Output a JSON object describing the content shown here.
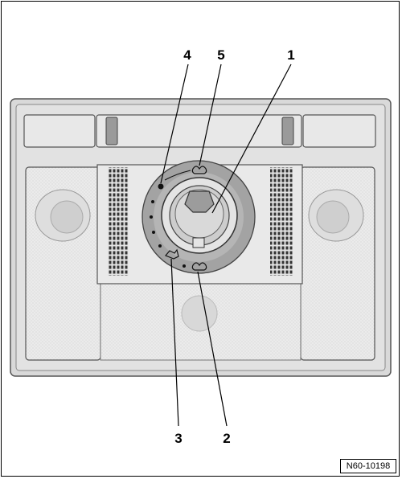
{
  "callouts": [
    {
      "id": "1",
      "label": "1"
    },
    {
      "id": "2",
      "label": "2"
    },
    {
      "id": "3",
      "label": "3"
    },
    {
      "id": "4",
      "label": "4"
    },
    {
      "id": "5",
      "label": "5"
    }
  ],
  "reference_code": "N60-10198",
  "colors": {
    "outer_frame": "#dcdcdc",
    "console_body": "#e6e6e6",
    "lens": "#ececec",
    "knob_ring": "#a3a3a3",
    "outline": "#333333"
  }
}
